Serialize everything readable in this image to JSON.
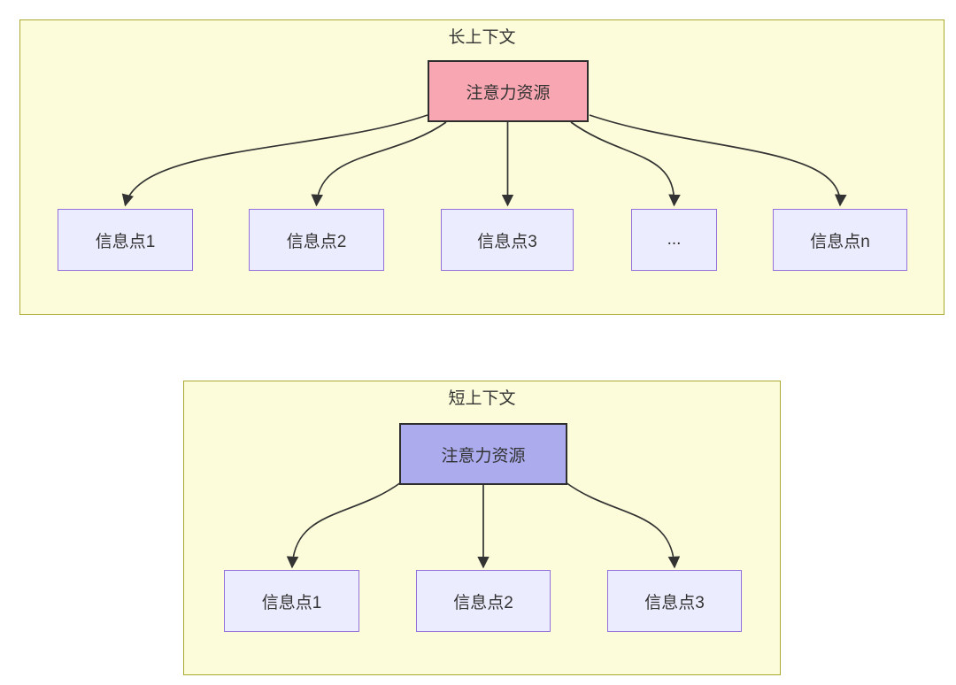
{
  "diagrams": [
    {
      "title": "长上下文",
      "root": {
        "label": "注意力资源",
        "fill": "#f8a7b2"
      },
      "children": [
        "信息点1",
        "信息点2",
        "信息点3",
        "...",
        "信息点n"
      ],
      "container_fill": "#fcfcda",
      "container_border": "#aaaa33"
    },
    {
      "title": "短上下文",
      "root": {
        "label": "注意力资源",
        "fill": "#ababee"
      },
      "children": [
        "信息点1",
        "信息点2",
        "信息点3"
      ],
      "container_fill": "#fcfcda",
      "container_border": "#aaaa33"
    }
  ],
  "colors": {
    "child_fill": "#ececff",
    "child_border": "#9370db",
    "root_border": "#2e2e2e",
    "edge": "#333333",
    "text": "#333333"
  }
}
